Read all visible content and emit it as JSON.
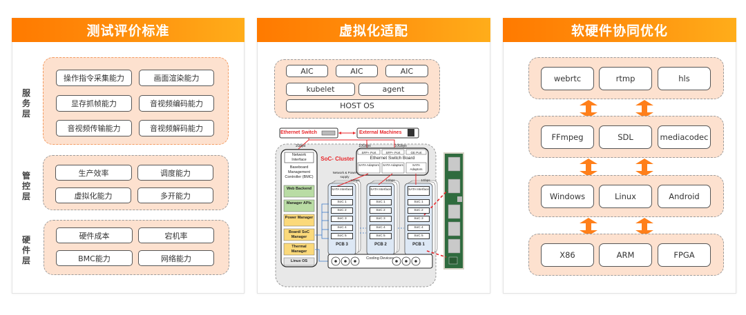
{
  "panels": {
    "evaluation": {
      "title": "测试评价标准",
      "layers": [
        {
          "label": "服务层",
          "label_chars": [
            "服",
            "务",
            "层"
          ],
          "items": [
            "操作指令采集能力",
            "画面渲染能力",
            "显存抓帧能力",
            "音视频编码能力",
            "音视频传输能力",
            "音视频解码能力"
          ]
        },
        {
          "label": "管控层",
          "label_chars": [
            "管",
            "控",
            "层"
          ],
          "items": [
            "生产效率",
            "调度能力",
            "虚拟化能力",
            "多开能力"
          ]
        },
        {
          "label": "硬件层",
          "label_chars": [
            "硬",
            "件",
            "层"
          ],
          "items": [
            "硬件成本",
            "宕机率",
            "BMC能力",
            "网络能力"
          ]
        }
      ]
    },
    "virtualization": {
      "title": "虚拟化适配",
      "stack": {
        "row1": [
          "AIC",
          "AIC",
          "AIC"
        ],
        "row2": [
          "kubelet",
          "agent"
        ],
        "row3": "HOST OS"
      },
      "soc_diagram": {
        "ethernet_switch": "Ethernet Switch",
        "external_machines": "External Machines",
        "cluster_label": "SoC- Cluster",
        "bmc": {
          "link_speed": "1Gbps",
          "network_interface": "Network Interface",
          "title": "Baseboard Management Controller (BMC)",
          "modules": [
            "Web Backend",
            "Manager APIs",
            "Power Manager",
            "Board/ SoC Manager",
            "Thermal Manager",
            "Linux OS"
          ]
        },
        "switch_board": {
          "link_speeds": [
            "10Gbps",
            "10Gbps"
          ],
          "ports": [
            "SFP+ Port",
            "SFP+ Port",
            "GE Port"
          ],
          "title": "Ethernet Switch Board",
          "adaptors": [
            "SATA Adaptors",
            "SATA Adaptors",
            "SATA Adaptors"
          ]
        },
        "network_power": "Network & Power supply",
        "pcb_link_speed": "1Gbps",
        "pcbs": [
          {
            "name": "PCB 3",
            "interface": "SATA Interface",
            "socs": [
              "SoC 1",
              "SoC 2",
              "SoC 3",
              "SoC 4",
              "SoC 5"
            ]
          },
          {
            "name": "PCB 2",
            "interface": "SATA Interface",
            "socs": [
              "SoC 1",
              "SoC 2",
              "SoC 3",
              "SoC 4",
              "SoC 5"
            ]
          },
          {
            "name": "PCB 1",
            "interface": "SATA Interface",
            "socs": [
              "SoC 1",
              "SoC 2",
              "SoC 3",
              "SoC 4",
              "SoC 5"
            ]
          }
        ],
        "cooling": "Cooling Devices"
      }
    },
    "codesign": {
      "title": "软硬件协同优化",
      "layers": [
        [
          "webrtc",
          "rtmp",
          "hls"
        ],
        [
          "FFmpeg",
          "SDL",
          "mediacodec"
        ],
        [
          "Windows",
          "Linux",
          "Android"
        ],
        [
          "X86",
          "ARM",
          "FPGA"
        ]
      ]
    }
  },
  "colors": {
    "header_start": "#ff7a00",
    "header_end": "#ffad1a",
    "group_fill": "#fde1cf",
    "arrow": "#ff7f1a",
    "red_link": "#e8262a",
    "blue_link": "#3a78c8",
    "bmc_green": "#b9dca4",
    "bmc_yellow": "#fbd97a"
  }
}
